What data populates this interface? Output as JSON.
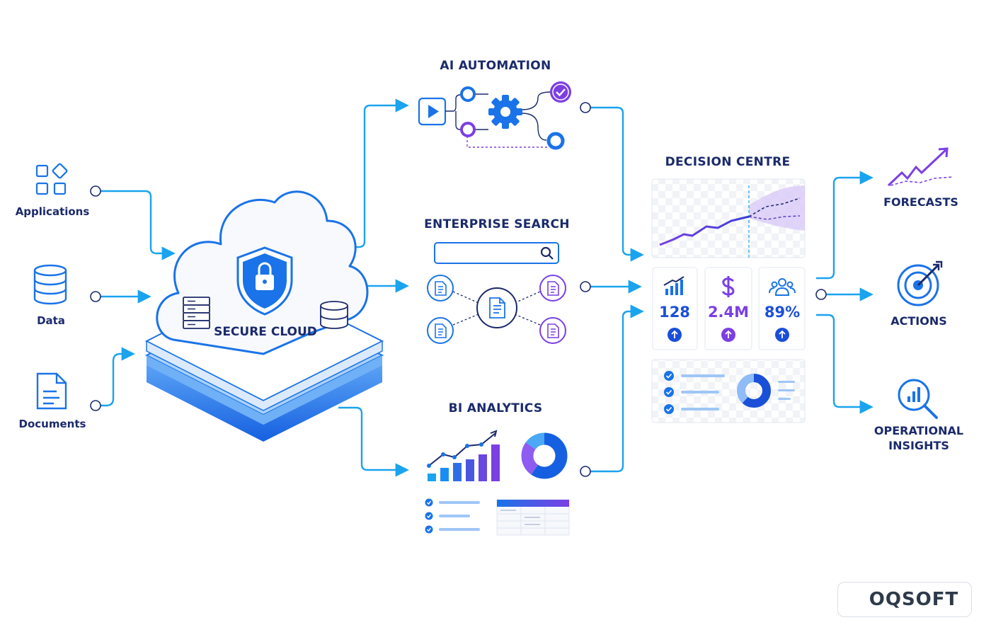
{
  "sources": {
    "applications": "Applications",
    "data": "Data",
    "documents": "Documents"
  },
  "core": {
    "title": "SECURE CLOUD"
  },
  "services": {
    "automation": "AI AUTOMATION",
    "search": "ENTERPRISE SEARCH",
    "analytics": "BI ANALYTICS"
  },
  "decision": {
    "title": "DECISION CENTRE",
    "kpis": [
      {
        "value": "128",
        "icon": "bar-chart-icon"
      },
      {
        "value": "2.4M",
        "icon": "dollar-icon"
      },
      {
        "value": "89%",
        "icon": "users-icon"
      }
    ]
  },
  "outputs": {
    "forecasts": "FORECASTS",
    "actions": "ACTIONS",
    "insights_line1": "OPERATIONAL",
    "insights_line2": "INSIGHTS"
  },
  "brand": {
    "name": "OQSOFT"
  },
  "colors": {
    "blue": "#1a73e8",
    "cyan": "#1aa3ef",
    "navy": "#1b2a6b",
    "purple": "#7b3fe4"
  }
}
